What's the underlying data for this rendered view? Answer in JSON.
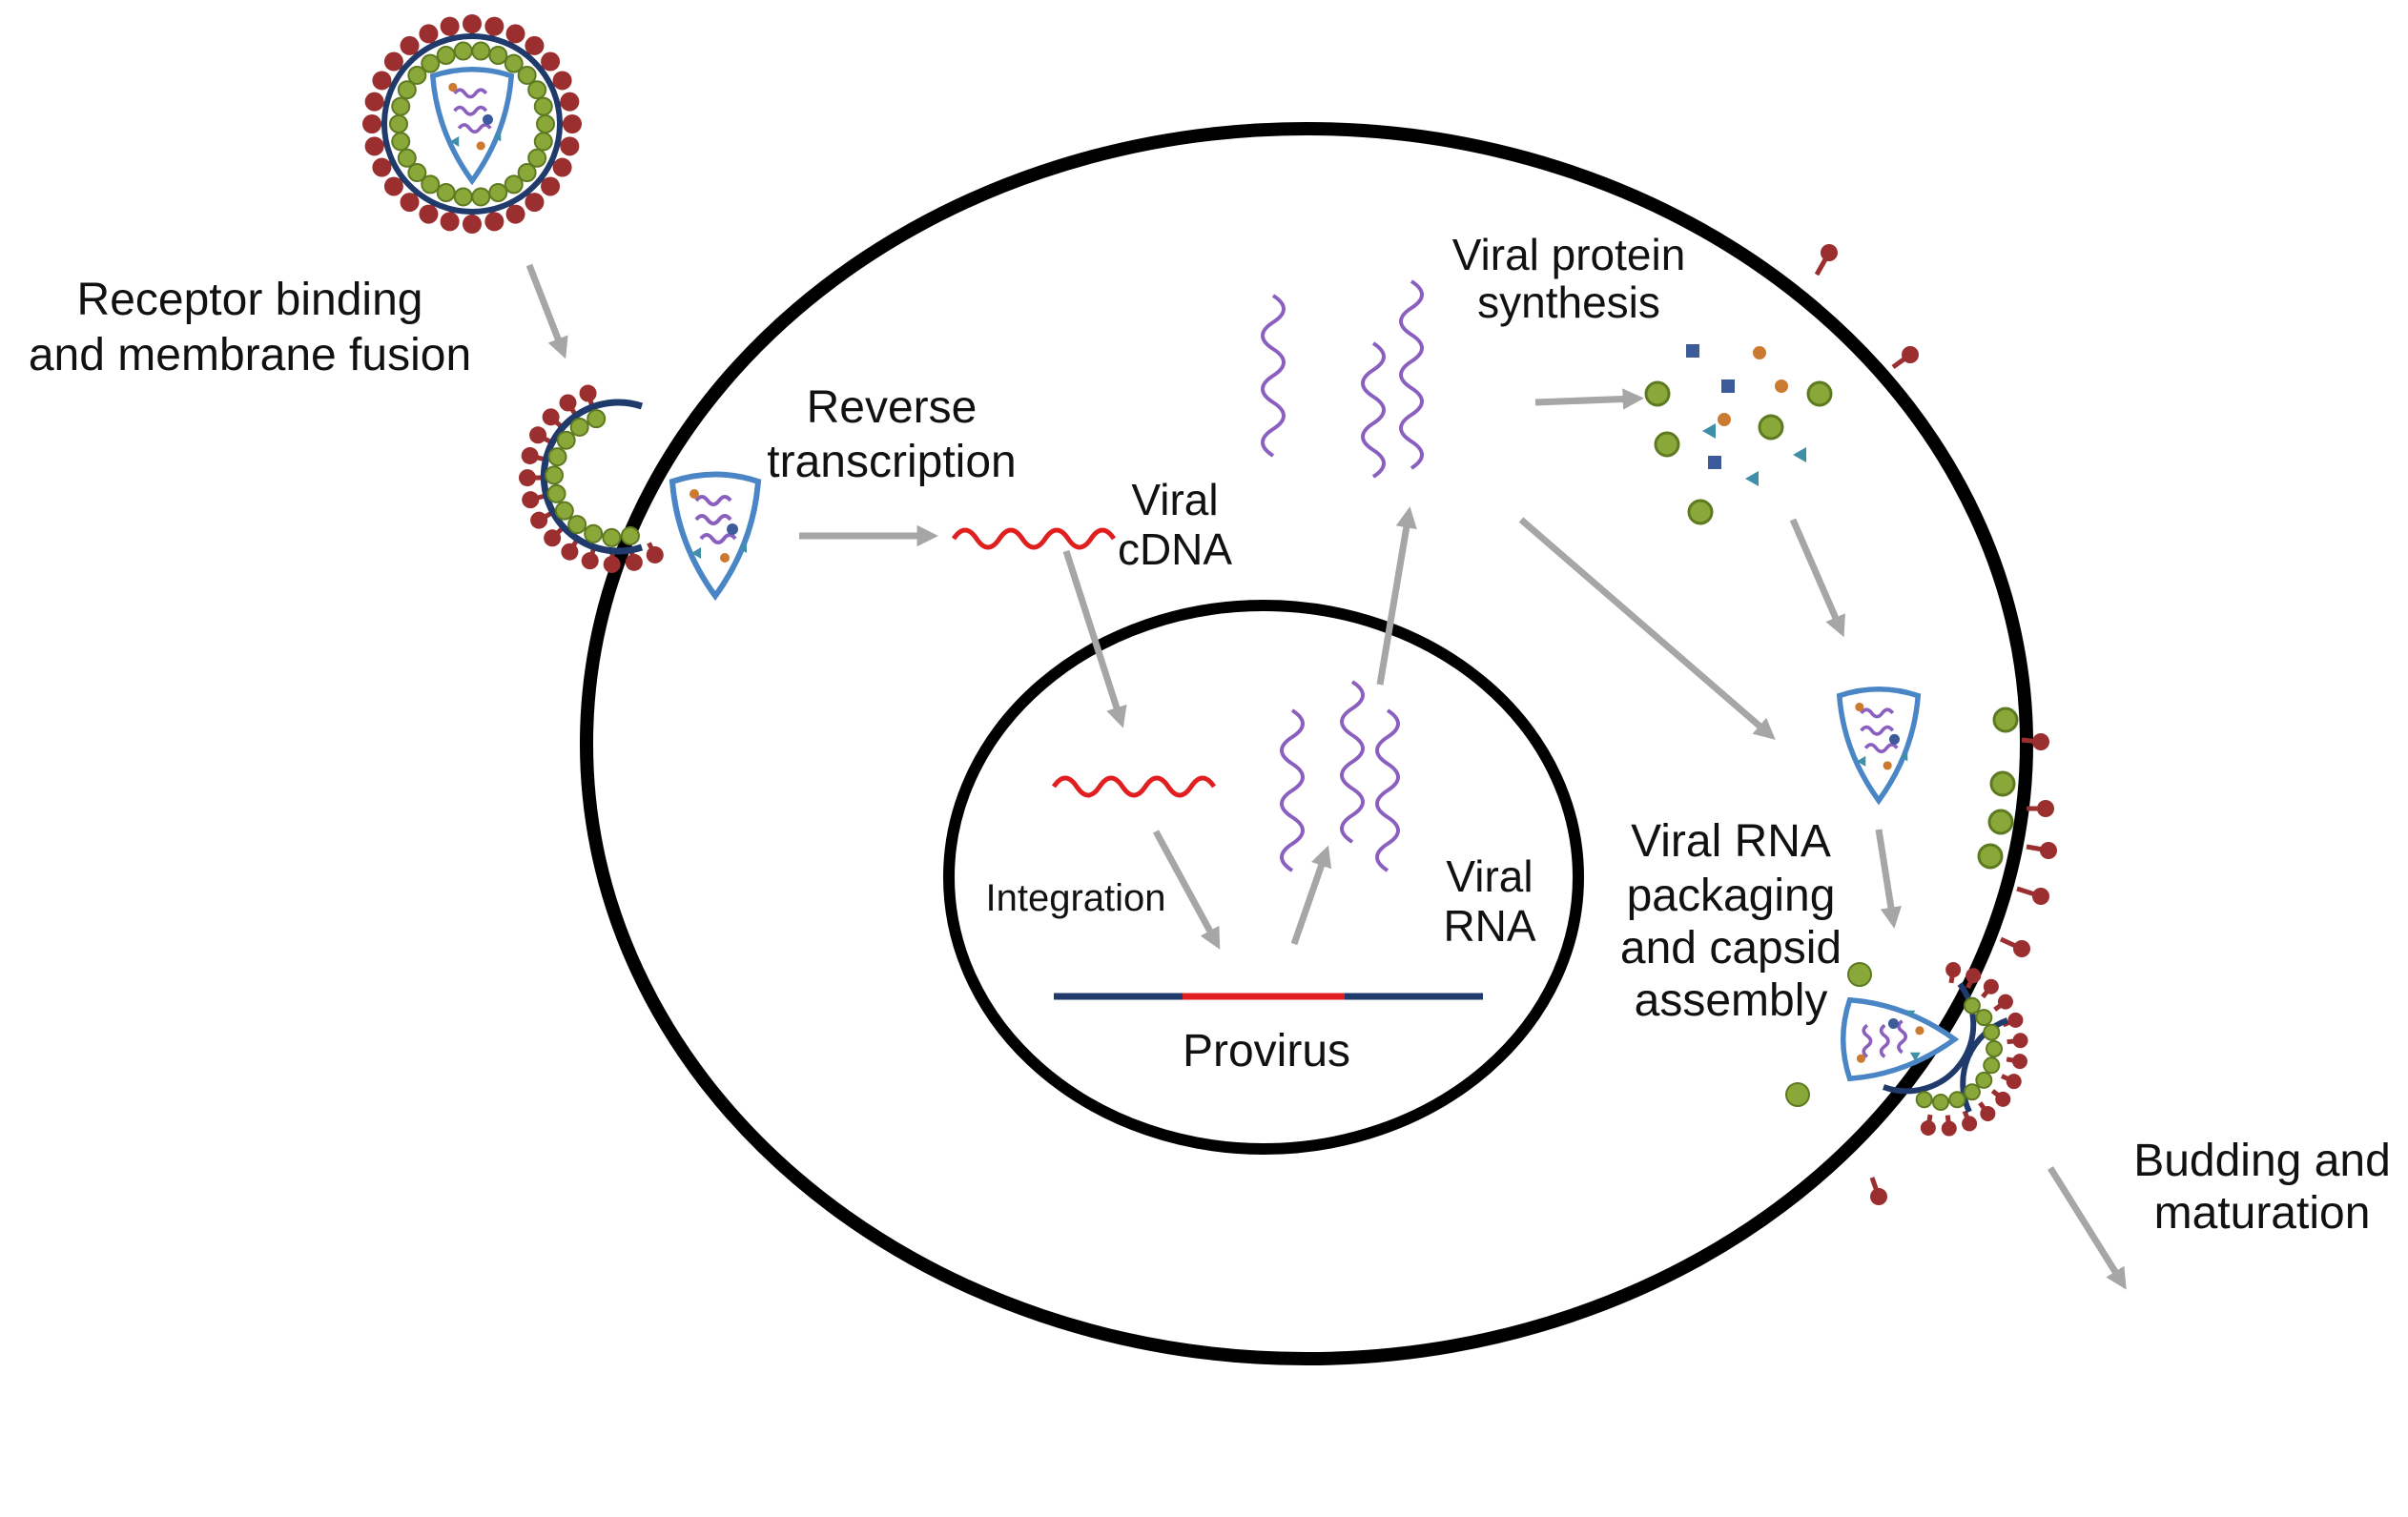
{
  "labels": {
    "receptor_line1": "Receptor binding",
    "receptor_line2": "and membrane fusion",
    "reverse_line1": "Reverse",
    "reverse_line2": "transcription",
    "cdna_line1": "Viral",
    "cdna_line2": "cDNA",
    "integration": "Integration",
    "provirus": "Provirus",
    "viral_rna_line1": "Viral",
    "viral_rna_line2": "RNA",
    "protein_line1": "Viral protein",
    "protein_line2": "synthesis",
    "packaging_line1": "Viral RNA",
    "packaging_line2": "packaging",
    "packaging_line3": "and capsid",
    "packaging_line4": "assembly",
    "budding_line1": "Budding and",
    "budding_line2": "maturation"
  },
  "colors": {
    "membrane": "#000000",
    "envelope": "#1f3a6b",
    "spike": "#9b2e2e",
    "matrix": "#8aa83a",
    "capsid": "#4a86c5",
    "rna": "#8b5fbf",
    "cdna": "#e02020",
    "arrow": "#a6a6a6",
    "protein_blue": "#3d5a9a",
    "protein_orange": "#cc7a30",
    "protein_teal": "#3f8fa8"
  }
}
